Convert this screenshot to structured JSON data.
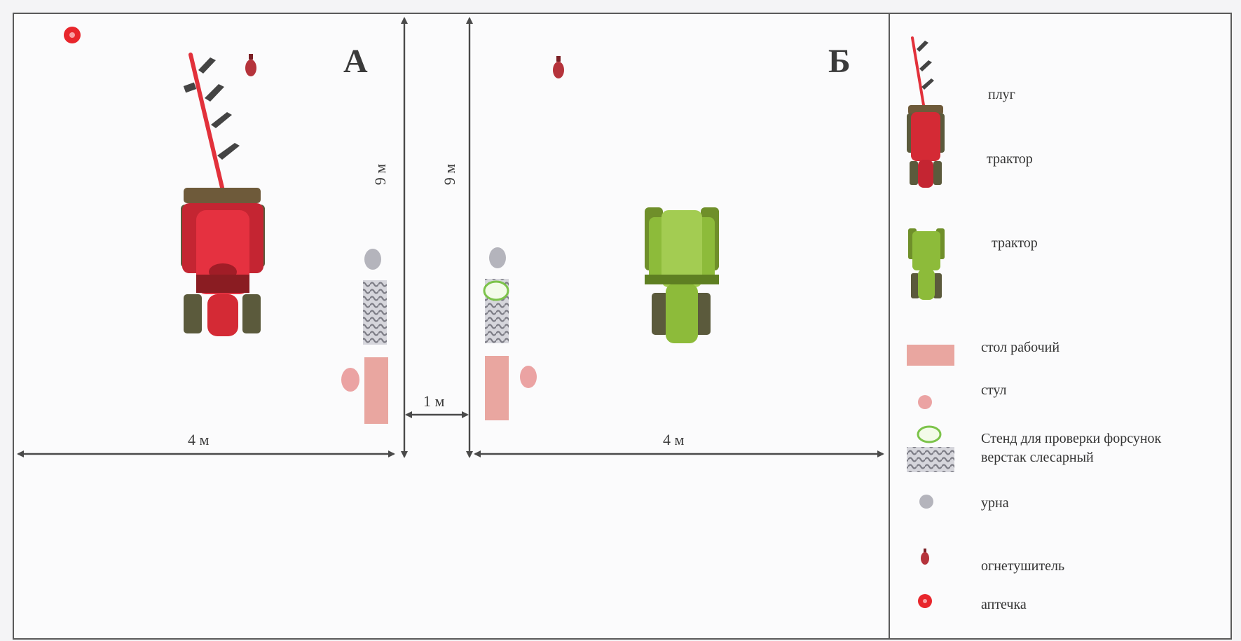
{
  "zones": {
    "a_label": "А",
    "b_label": "Б"
  },
  "dimensions": {
    "width_a": "4 м",
    "width_b": "4 м",
    "height_a": "9 м",
    "height_b": "9 м",
    "gap": "1 м"
  },
  "legend": {
    "plough": "плуг",
    "tractor_red": "трактор",
    "tractor_green": "трактор",
    "work_table": "стол рабочий",
    "chair": "стул",
    "injector_stand": "Стенд для проверки форсунок",
    "workbench": "верстак слесарный",
    "bin": "урна",
    "extinguisher": "огнетушитель",
    "first_aid": "аптечка"
  },
  "colors": {
    "tractor_red": "#d42a35",
    "tractor_red_dark": "#8a1c22",
    "tractor_green": "#8dbb3a",
    "tractor_green_dark": "#5e7f22",
    "wheel": "#5b5a3c",
    "table": "#e9a6a0",
    "chair": "#eba3a3",
    "bin": "#b4b4bc",
    "workbench": "#9a9aa2",
    "stand_ring": "#7cc34a",
    "extinguisher": "#b5333b",
    "first_aid": "#e8262c",
    "plough": "#e2313b",
    "dimension_line": "#4a4a4a"
  }
}
